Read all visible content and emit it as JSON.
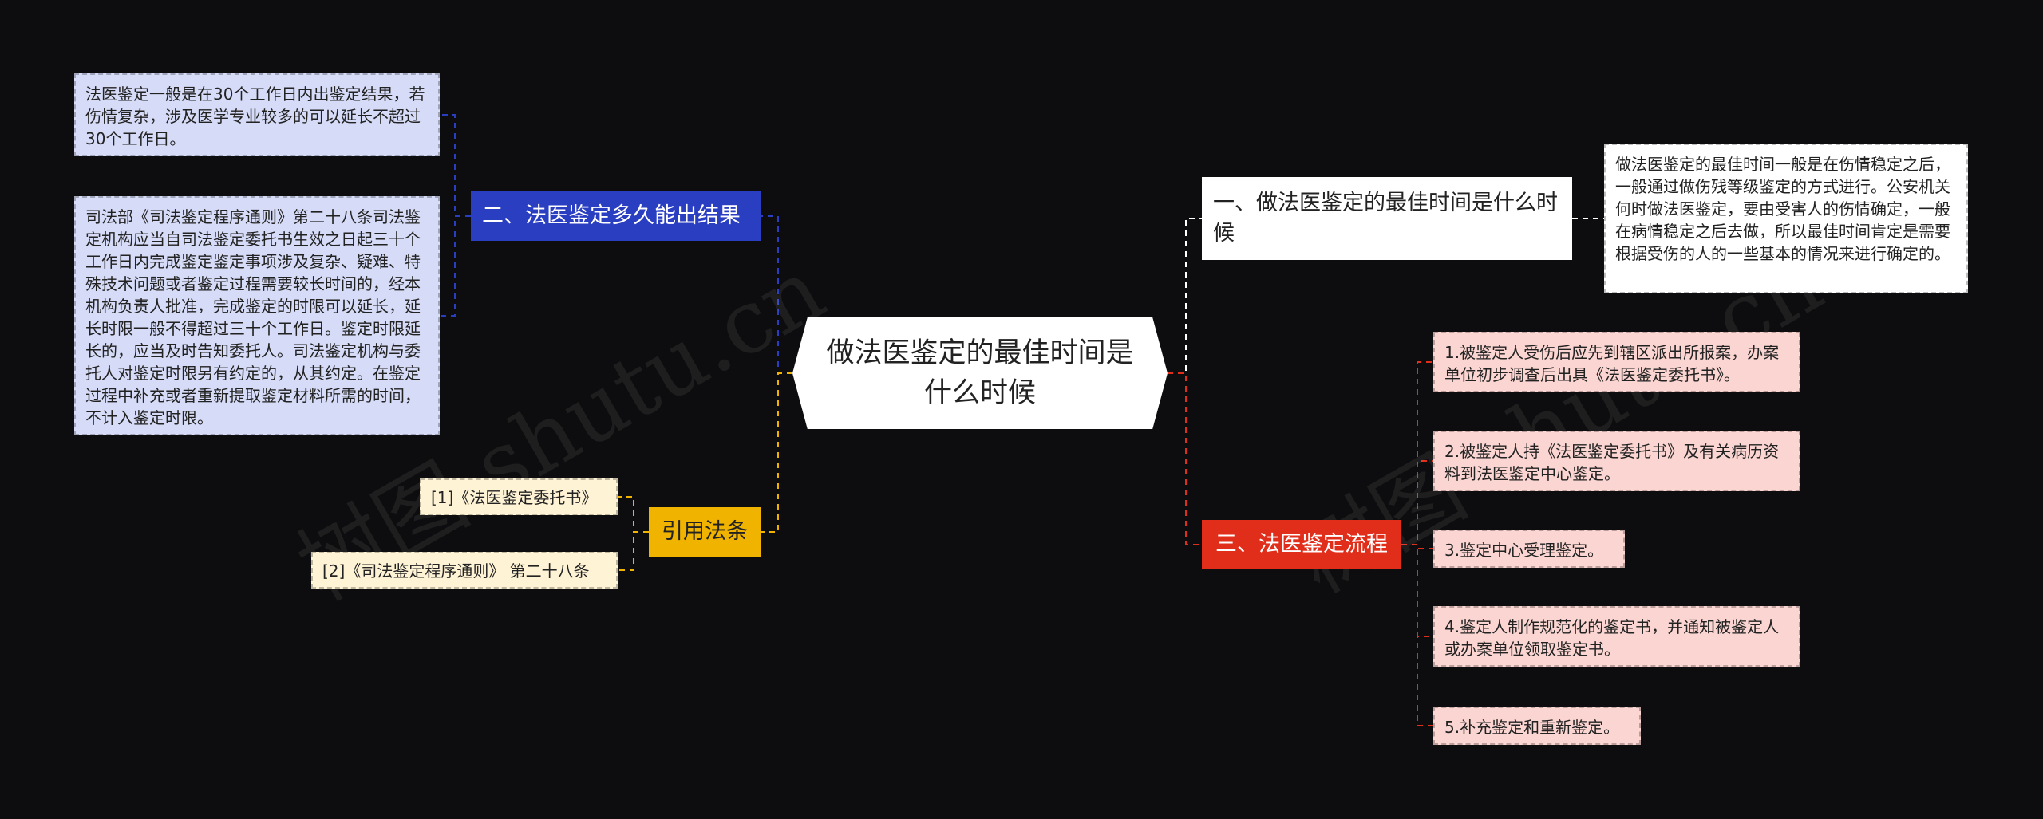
{
  "center": {
    "text": "做法医鉴定的最佳时间是什么时候"
  },
  "branches": {
    "best_time": {
      "title": "一、做法医鉴定的最佳时间是什么时候",
      "detail": "做法医鉴定的最佳时间一般是在伤情稳定之后，一般通过做伤残等级鉴定的方式进行。公安机关何时做法医鉴定，要由受害人的伤情确定，一般在病情稳定之后去做，所以最佳时间肯定是需要根据受伤的人的一些基本的情况来进行确定的。"
    },
    "duration": {
      "title": "二、法医鉴定多久能出结果",
      "details": [
        "法医鉴定一般是在30个工作日内出鉴定结果，若伤情复杂，涉及医学专业较多的可以延长不超过30个工作日。",
        "司法部《司法鉴定程序通则》第二十八条司法鉴定机构应当自司法鉴定委托书生效之日起三十个工作日内完成鉴定鉴定事项涉及复杂、疑难、特殊技术问题或者鉴定过程需要较长时间的，经本机构负责人批准，完成鉴定的时限可以延长，延长时限一般不得超过三十个工作日。鉴定时限延长的，应当及时告知委托人。司法鉴定机构与委托人对鉴定时限另有约定的，从其约定。在鉴定过程中补充或者重新提取鉴定材料所需的时间，不计入鉴定时限。"
      ]
    },
    "process": {
      "title": "三、法医鉴定流程",
      "steps": [
        "1.被鉴定人受伤后应先到辖区派出所报案，办案单位初步调查后出具《法医鉴定委托书》。",
        "2.被鉴定人持《法医鉴定委托书》及有关病历资料到法医鉴定中心鉴定。",
        "3.鉴定中心受理鉴定。",
        "4.鉴定人制作规范化的鉴定书，并通知被鉴定人或办案单位领取鉴定书。",
        "5.补充鉴定和重新鉴定。"
      ]
    },
    "references": {
      "title": "引用法条",
      "items": [
        "[1]《法医鉴定委托书》",
        "[2]《司法鉴定程序通则》 第二十八条"
      ]
    }
  },
  "watermarks": [
    "树图 shutu.cn",
    "树图 shutu.cn"
  ],
  "colors": {
    "background": "#0d0d0f",
    "blue": "#2a3ec2",
    "yellow": "#f0b400",
    "red": "#e12e1a",
    "white": "#ffffff"
  }
}
